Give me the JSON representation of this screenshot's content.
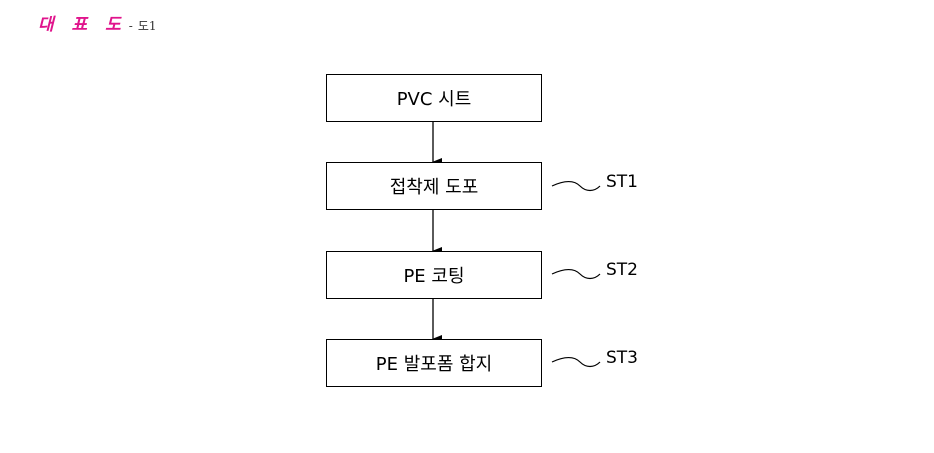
{
  "header": {
    "title": "대 표 도",
    "separator": "-",
    "figure": "도1"
  },
  "flowchart": {
    "steps": [
      {
        "label": "PVC 시트",
        "tag": ""
      },
      {
        "label": "접착제 도포",
        "tag": "ST1"
      },
      {
        "label": "PE 코팅",
        "tag": "ST2"
      },
      {
        "label": "PE 발포폼 합지",
        "tag": "ST3"
      }
    ]
  },
  "colors": {
    "header_accent": "#e0148c",
    "line": "#000000"
  }
}
